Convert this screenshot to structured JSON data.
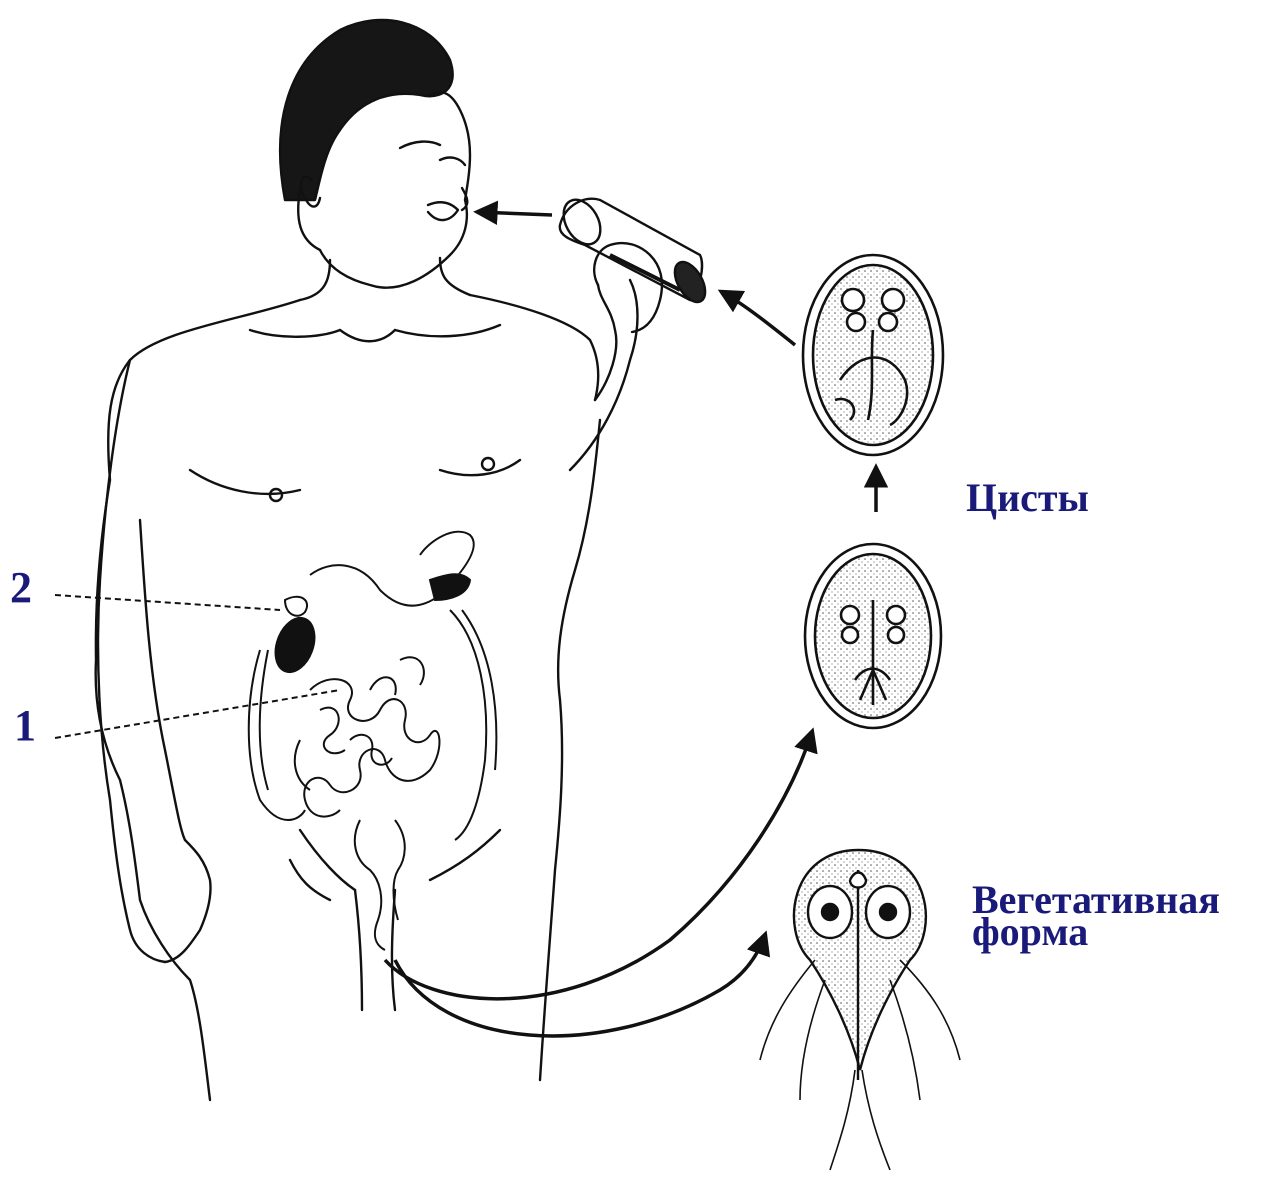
{
  "labels": {
    "cysts": "Цисты",
    "vegetative_line1": "Вегетативная",
    "vegetative_line2": "форма",
    "marker_2": "2",
    "marker_1": "1"
  },
  "colors": {
    "label_text": "#1a1a7a",
    "line_art": "#111111",
    "stipple": "#555555",
    "background": "#ffffff"
  },
  "icons": [
    "human-figure",
    "drinking-glass",
    "cyst-organism",
    "trophozoite-organism",
    "intestine-organ",
    "cycle-arrow"
  ]
}
